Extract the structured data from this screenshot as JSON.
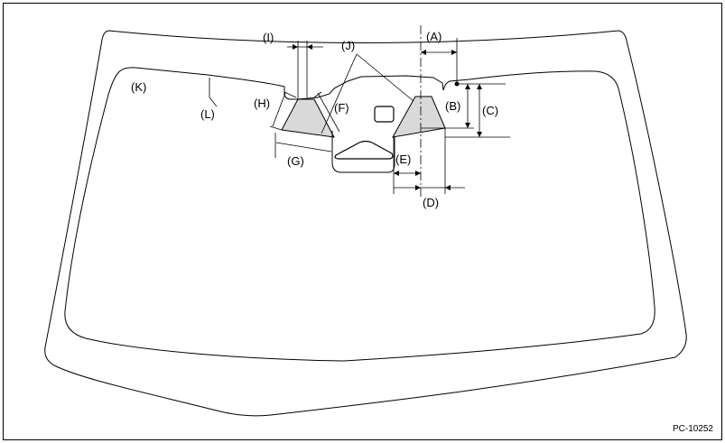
{
  "labels": {
    "A": "(A)",
    "B": "(B)",
    "C": "(C)",
    "D": "(D)",
    "E": "(E)",
    "F": "(F)",
    "G": "(G)",
    "H": "(H)",
    "I": "(I)",
    "J": "(J)",
    "K": "(K)",
    "L": "(L)"
  },
  "figure_code": "PC-10252",
  "colors": {
    "line": "#000000",
    "shaded_pad": "#d9d9d9",
    "background": "#ffffff"
  }
}
